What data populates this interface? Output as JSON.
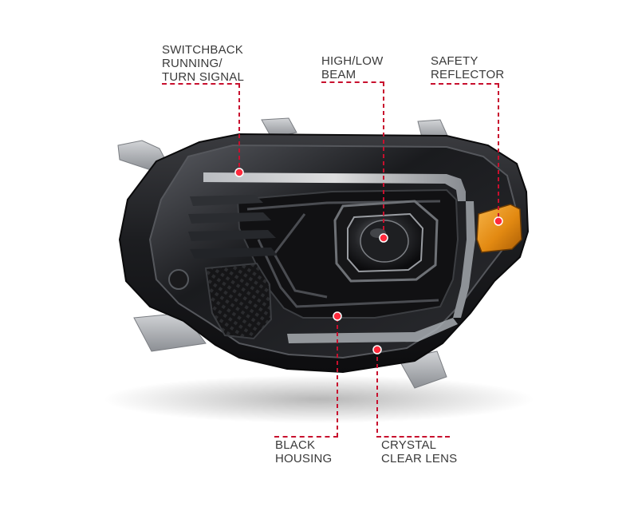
{
  "callouts": {
    "switchback": {
      "lines": [
        "SWITCHBACK",
        "RUNNING/",
        "TURN SIGNAL"
      ]
    },
    "beam": {
      "lines": [
        "HIGH/LOW",
        "BEAM"
      ]
    },
    "reflector": {
      "lines": [
        "SAFETY",
        "REFLECTOR"
      ]
    },
    "housing": {
      "lines": [
        "BLACK",
        "HOUSING"
      ]
    },
    "lens": {
      "lines": [
        "CRYSTAL",
        "CLEAR LENS"
      ]
    }
  },
  "colors": {
    "callout_line": "#c8102e",
    "label_text": "#3a3a3a",
    "housing": "#1b1b1d",
    "amber_reflector": "#e38a12"
  }
}
